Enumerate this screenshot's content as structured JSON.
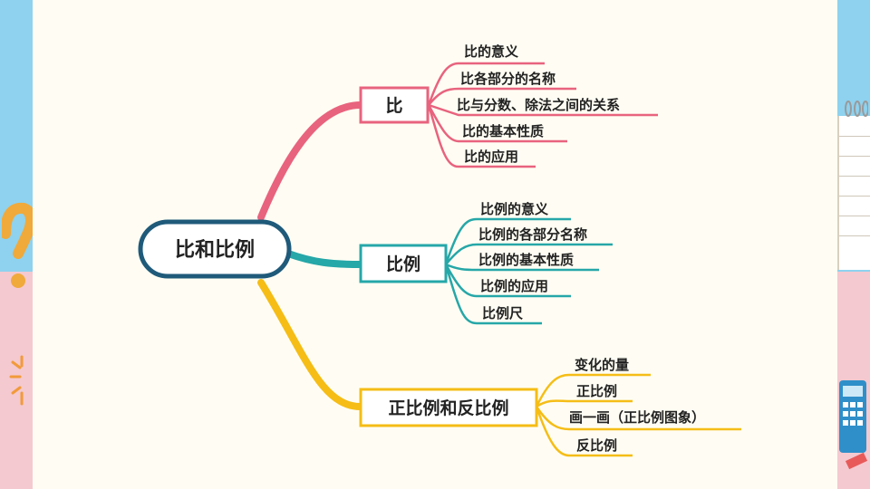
{
  "central": {
    "label": "比和比例"
  },
  "branches": [
    {
      "label": "比",
      "color": "#e8637e",
      "items": [
        "比的意义",
        "比各部分的名称",
        "比与分数、除法之间的关系",
        "比的基本性质",
        "比的应用"
      ]
    },
    {
      "label": "比例",
      "color": "#26a7a8",
      "items": [
        "比例的意义",
        "比例的各部分名称",
        "比例的基本性质",
        "比例的应用",
        "比例尺"
      ]
    },
    {
      "label": "正比例和反比例",
      "color": "#f5bd16",
      "items": [
        "变化的量",
        "正比例",
        "画一画（正比例图象）",
        "反比例"
      ]
    }
  ],
  "central_color": "#1f5a7a"
}
